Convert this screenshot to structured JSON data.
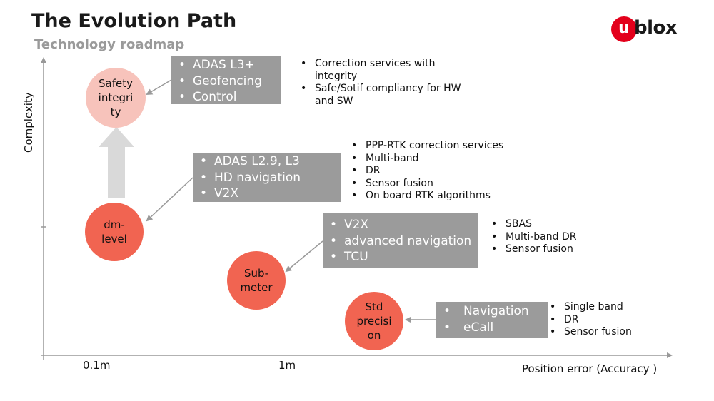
{
  "header": {
    "title": "The Evolution Path",
    "subtitle": "Technology roadmap"
  },
  "logo": {
    "badge": "u",
    "text": "blox",
    "color": "#e3001b"
  },
  "axes": {
    "ylabel": "Complexity",
    "xlabel": "Position error (Accuracy )",
    "ticks": [
      "0.1m",
      "1m"
    ]
  },
  "levels": [
    {
      "label": "Safety integri ty",
      "color": "#f7c3bb",
      "use_cases": [
        "ADAS L3+",
        "Geofencing",
        "Control"
      ],
      "requirements": [
        "Correction services with\nintegrity",
        "Safe/Sotif compliancy for HW\nand SW"
      ]
    },
    {
      "label": "dm-\nlevel",
      "color": "#f16451",
      "use_cases": [
        "ADAS L2.9, L3",
        "HD navigation",
        "V2X"
      ],
      "requirements": [
        "PPP-RTK correction services",
        "Multi-band",
        "DR",
        "Sensor fusion",
        "On board RTK algorithms"
      ]
    },
    {
      "label": "Sub-\nmeter",
      "color": "#f16451",
      "use_cases": [
        "V2X",
        "advanced navigation",
        "TCU"
      ],
      "requirements": [
        "SBAS",
        "Multi-band DR",
        "Sensor fusion"
      ]
    },
    {
      "label": "Std precisi on",
      "color": "#f16451",
      "use_cases": [
        "Navigation",
        "eCall"
      ],
      "requirements": [
        "Single band",
        "DR",
        "Sensor fusion"
      ]
    }
  ],
  "colors": {
    "box": "#9b9b9b",
    "axis": "#999999",
    "connector": "#9a9a9a",
    "big_arrow": "#d9d9d9"
  }
}
